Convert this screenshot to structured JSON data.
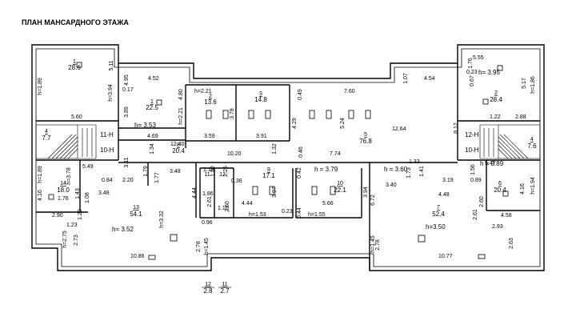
{
  "title": "ПЛАН МАНСАРДНОГО ЭТАЖА",
  "rooms": [
    {
      "num": "1",
      "area": "28.6"
    },
    {
      "num": "1",
      "area": "22.5"
    },
    {
      "num": "2",
      "area": "13.6"
    },
    {
      "num": "3",
      "area": "14.8"
    },
    {
      "num": "5",
      "area": "76.8"
    },
    {
      "num": "2",
      "area": "28.4"
    },
    {
      "num": "4",
      "area": "7.7"
    },
    {
      "num": "8",
      "area": "20.4"
    },
    {
      "num": "4",
      "area": "7.6"
    },
    {
      "num": "14",
      "area": "18.0"
    },
    {
      "num": "13",
      "area": "54.1"
    },
    {
      "num": "9",
      "area": "17.1"
    },
    {
      "num": "10",
      "area": "22.1"
    },
    {
      "num": "7",
      "area": "52.4"
    },
    {
      "num": "6",
      "area": "20.4"
    },
    {
      "num": "12",
      "area": "2.8"
    },
    {
      "num": "11",
      "area": "2.7"
    }
  ],
  "heights": {
    "h189a": "h=1.89",
    "h394": "h=3.94",
    "h353": "h= 3.53",
    "h221a": "h=2.21",
    "h221b": "h=2.21",
    "h395": "h= 3.95",
    "h186a": "h=1.86",
    "h189b": "h=1.89",
    "h378": "h=3.78",
    "h352": "h= 3.52",
    "h153": "h=1.53",
    "h379": "h = 3.79",
    "h155": "h=1.55",
    "h360": "h = 3.60",
    "h389": "h = 3.89",
    "h194": "h=1.94",
    "h350": "h=3.50",
    "h275": "h=2.75",
    "h145a": "h=1.45",
    "h145b": "h=1.45",
    "h332": "h=3.32"
  },
  "stair_marks": [
    "11-Н",
    "10-Н",
    "12-Н",
    "10-Н"
  ],
  "dims": {
    "d511": "5.11",
    "d560": "5.60",
    "d452": "4.52",
    "d495": "4.95",
    "d017": "0.17",
    "d389": "3.89",
    "d480": "4.80",
    "d469": "4.69",
    "d1240": "12.40",
    "d359": "3.59",
    "d391": "3.91",
    "d378a": "3.78",
    "d760": "7.60",
    "d107": "1.07",
    "d454": "4.54",
    "d429": "4.29",
    "d524": "5.24",
    "d1264": "12.64",
    "d049": "0.49",
    "d555": "5.55",
    "d176": "1.76",
    "d023": "0.23",
    "d067": "0.67",
    "d517": "5.17",
    "d122": "1.22",
    "d288": "2.88",
    "d134": "1.34",
    "d1020": "10.20",
    "d132": "1.32",
    "d046": "0.46",
    "d774": "7.74",
    "d812": "8.12",
    "d549": "5.49",
    "d311": "3.11",
    "d084": "0.84",
    "d220": "2.20",
    "d179": "1.79",
    "d348a": "3.48",
    "d177": "1.77",
    "d416a": "4.16",
    "d108": "1.08",
    "d143": "1.43",
    "d348b": "3.48",
    "d176b": "1.76",
    "d120": "1.20",
    "d290": "2.90",
    "d123": "1.23",
    "d273": "2.73",
    "d110a": "1.10",
    "d150": "1.50",
    "d225": "2.25",
    "d036": "0.36",
    "d186": "1.86",
    "d261": "2.61",
    "d444a": "4.44",
    "d444b": "4.44",
    "d397": "3.97",
    "d023b": "0.23",
    "d096": "0.96",
    "d260": "2.60",
    "d110b": "1.10",
    "d042": "0.42",
    "d044": "0.44",
    "d566": "5.66",
    "d394": "3.94",
    "d672": "6.72",
    "d340": "3.40",
    "d173": "1.73",
    "d141": "1.41",
    "d133": "1.33",
    "d319": "3.19",
    "d448": "4.48",
    "d156": "1.56",
    "d547": "5.47",
    "d089": "0.89",
    "d260b": "2.60",
    "d261b": "2.61",
    "d416b": "4.16",
    "d458": "4.58",
    "d293": "2.93",
    "d263": "2.63",
    "d1086": "10.86",
    "d1077": "10.77",
    "d278a": "2.78",
    "d278b": "2.78"
  }
}
